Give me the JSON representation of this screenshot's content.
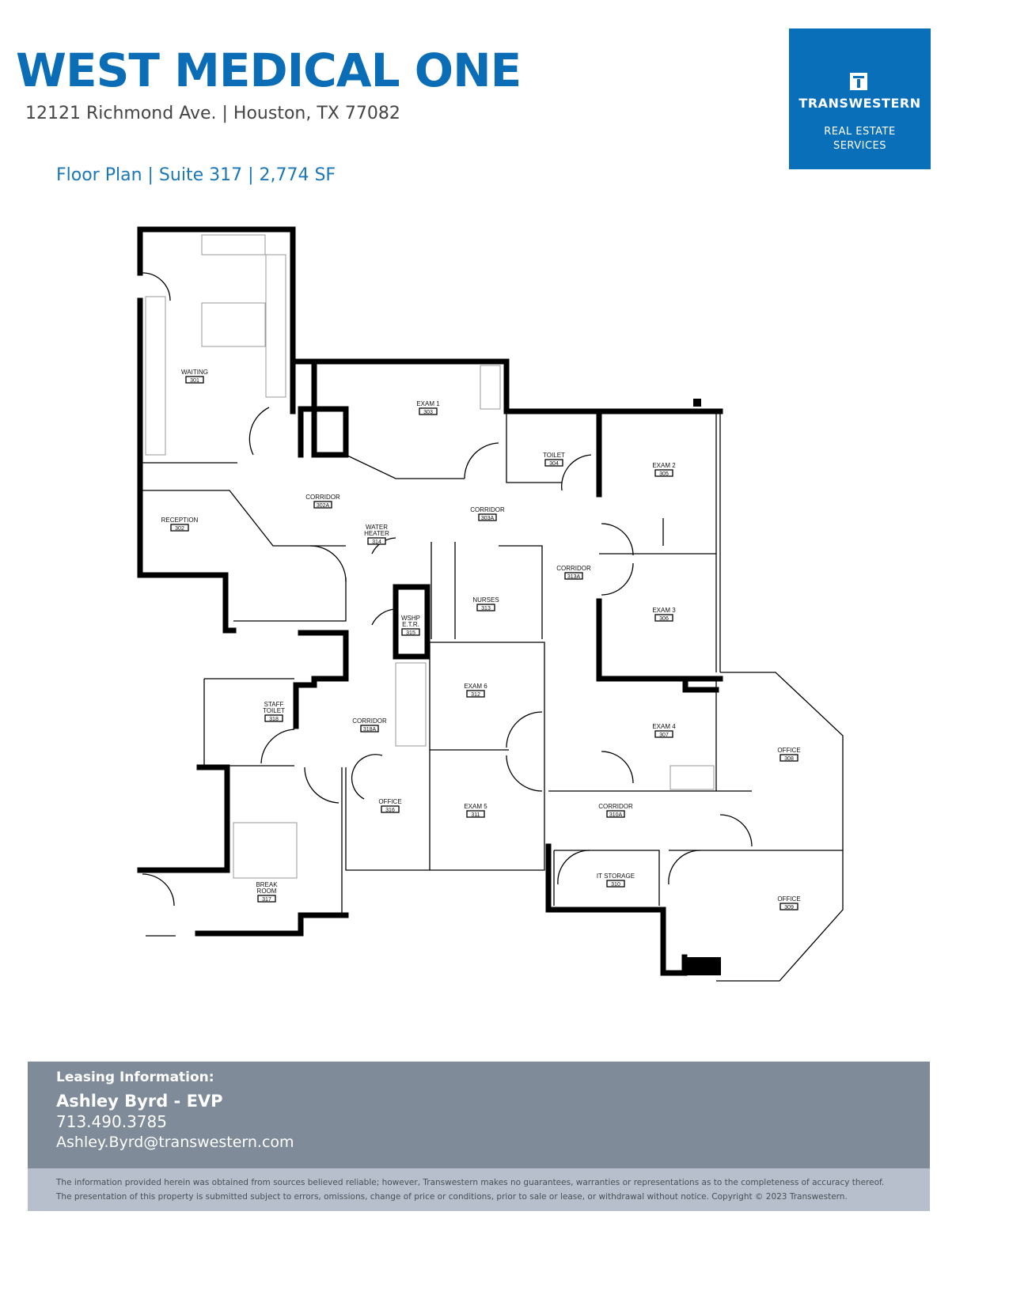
{
  "header": {
    "title": "WEST MEDICAL ONE",
    "address": "12121 Richmond Ave. | Houston, TX 77082",
    "subtitle": "Floor Plan | Suite 317 | 2,774 SF"
  },
  "logo": {
    "name": "TRANSWESTERN",
    "sub_line1": "REAL ESTATE",
    "sub_line2": "SERVICES",
    "color": "#0a6fb9"
  },
  "rooms": [
    {
      "name": "WAITING",
      "number": "301"
    },
    {
      "name": "RECEPTION",
      "number": "302"
    },
    {
      "name": "CORRIDOR",
      "number": "302A"
    },
    {
      "name": "EXAM 1",
      "number": "303"
    },
    {
      "name": "CORRIDOR",
      "number": "303A"
    },
    {
      "name": "TOILET",
      "number": "304"
    },
    {
      "name": "EXAM 2",
      "number": "305"
    },
    {
      "name": "EXAM 3",
      "number": "306"
    },
    {
      "name": "EXAM 4",
      "number": "307"
    },
    {
      "name": "OFFICE",
      "number": "308"
    },
    {
      "name": "OFFICE",
      "number": "309"
    },
    {
      "name": "IT STORAGE",
      "number": "310"
    },
    {
      "name": "CORRIDOR",
      "number": "310A"
    },
    {
      "name": "EXAM 5",
      "number": "311"
    },
    {
      "name": "EXAM 6",
      "number": "312"
    },
    {
      "name": "NURSES",
      "number": "313"
    },
    {
      "name": "CORRIDOR",
      "number": "313A"
    },
    {
      "name": "WATER|HEATER",
      "number": "314"
    },
    {
      "name": "WSHP|E.T.R.",
      "number": "315"
    },
    {
      "name": "OFFICE",
      "number": "316"
    },
    {
      "name": "BREAK|ROOM",
      "number": "317"
    },
    {
      "name": "STAFF|TOILET",
      "number": "318"
    },
    {
      "name": "CORRIDOR",
      "number": "318A"
    }
  ],
  "footer": {
    "heading": "Leasing Information:",
    "contact_name": "Ashley Byrd - EVP",
    "phone": "713.490.3785",
    "email": "Ashley.Byrd@transwestern.com"
  },
  "disclaimer": {
    "line1": "The information provided herein was obtained from sources believed reliable; however, Transwestern makes no guarantees, warranties or representations as to the completeness of accuracy thereof.",
    "line2": "The presentation of this property is submitted subject to errors, omissions, change of price or conditions, prior to sale or lease, or withdrawal without notice. Copyright © 2023 Transwestern."
  }
}
